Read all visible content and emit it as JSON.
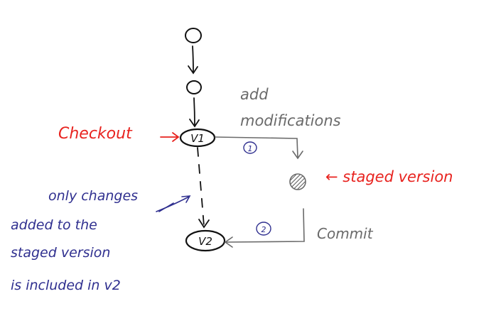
{
  "colors": {
    "ink": "#111111",
    "gray": "#6a6a6a",
    "red": "#e8231f",
    "blue": "#2f2f8f",
    "hatch": "#555555"
  },
  "nodes": {
    "v1_label": "V1",
    "v2_label": "V2"
  },
  "steps": {
    "step1": "1",
    "step2": "2"
  },
  "labels": {
    "checkout": "Checkout",
    "add_line1": "add",
    "add_line2": "modifications",
    "staged_version": "← staged version",
    "commit": "Commit"
  },
  "note": {
    "line1": "only changes",
    "line2": "added to the",
    "line3": "staged version",
    "line4": "is included in v2"
  }
}
